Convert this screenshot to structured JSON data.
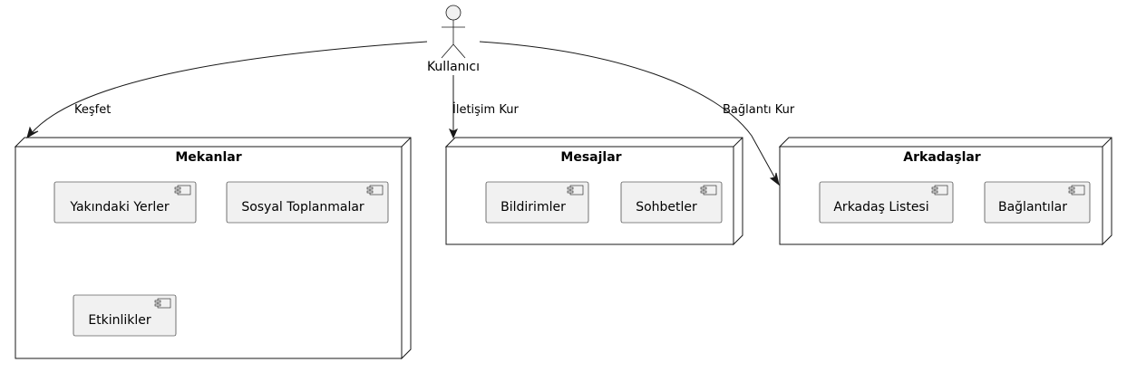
{
  "actor": {
    "label": "Kullanıcı"
  },
  "nodes": [
    {
      "title": "Mekanlar",
      "components": [
        "Yakındaki Yerler",
        "Sosyal Toplanmalar",
        "Etkinlikler"
      ]
    },
    {
      "title": "Mesajlar",
      "components": [
        "Bildirimler",
        "Sohbetler"
      ]
    },
    {
      "title": "Arkadaşlar",
      "components": [
        "Arkadaş Listesi",
        "Bağlantılar"
      ]
    }
  ],
  "edges": [
    {
      "label": "Keşfet"
    },
    {
      "label": "İletişim Kur"
    },
    {
      "label": "Bağlantı Kur"
    }
  ]
}
